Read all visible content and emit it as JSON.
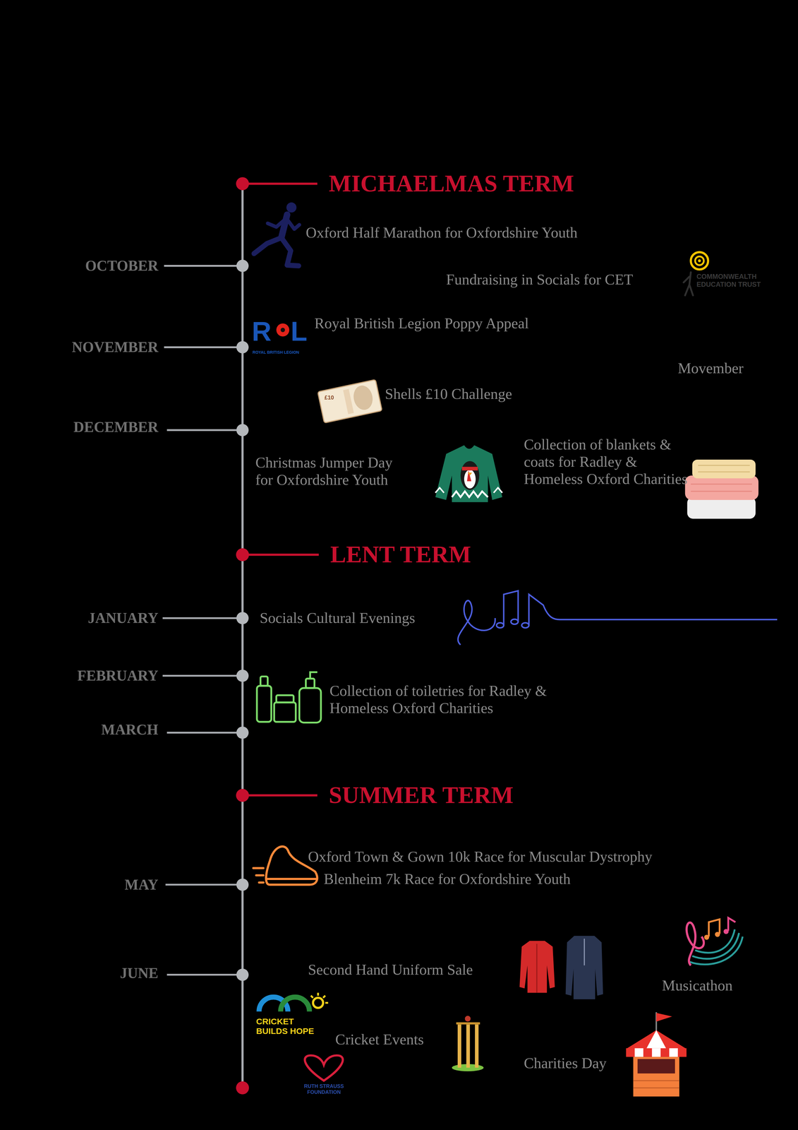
{
  "diagram": {
    "labels": [
      "MICHAELMAS TERM",
      "Oxford Half Marathon for Oxfordshire Youth",
      "OCTOBER",
      "Fundraising in Socials for CET",
      "COMMONWEALTH EDUCATION TRUST",
      "R",
      "L",
      "ROYAL BRITISH LEGION",
      "Royal British Legion Poppy Appeal",
      "NOVEMBER",
      "Movember",
      "£10",
      "Shells £10 Challenge",
      "DECEMBER",
      "Christmas Jumper Day for Oxfordshire Youth",
      "Collection of blankets & coats for Radley & Homeless Oxford Charities",
      "LENT TERM",
      "JANUARY",
      "Socials Cultural Evenings",
      "FEBRUARY",
      "Collection of toiletries for Radley & Homeless Oxford Charities",
      "MARCH",
      "SUMMER TERM",
      "Oxford Town & Gown 10k Race for Muscular Dystrophy",
      "Blenheim 7k Race for Oxfordshire Youth",
      "MAY",
      "JUNE",
      "Second Hand Uniform Sale",
      "Musicathon",
      "CRICKET BUILDS HOPE",
      "Cricket Events",
      "Charities Day",
      "RUTH STRAUSS FOUNDATION"
    ]
  }
}
